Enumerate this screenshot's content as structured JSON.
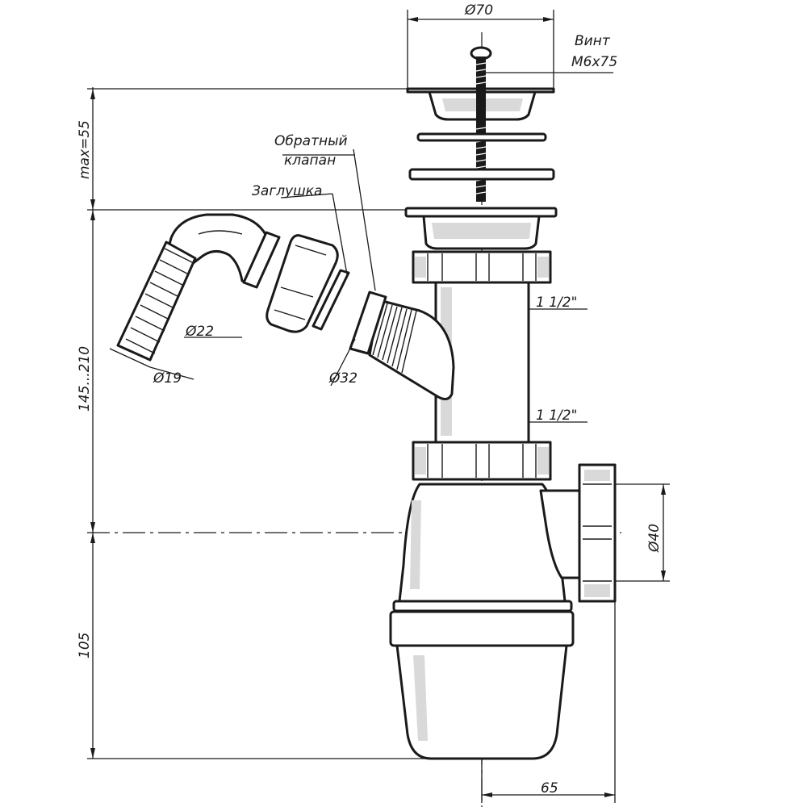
{
  "labels": {
    "top_diameter": "Ø70",
    "screw": "Винт",
    "screw_size": "M6x75",
    "check_valve_line1": "Обратный",
    "check_valve_line2": "клапан",
    "plug": "Заглушка",
    "max_height": "max=55",
    "height_range": "145...210",
    "bottom_height": "105",
    "hose_outer": "Ø22",
    "hose_inner": "Ø19",
    "branch_diameter": "Ø32",
    "thread_upper": "1 1/2\"",
    "thread_lower": "1 1/2\"",
    "outlet_diameter": "Ø40",
    "outlet_offset": "65"
  }
}
